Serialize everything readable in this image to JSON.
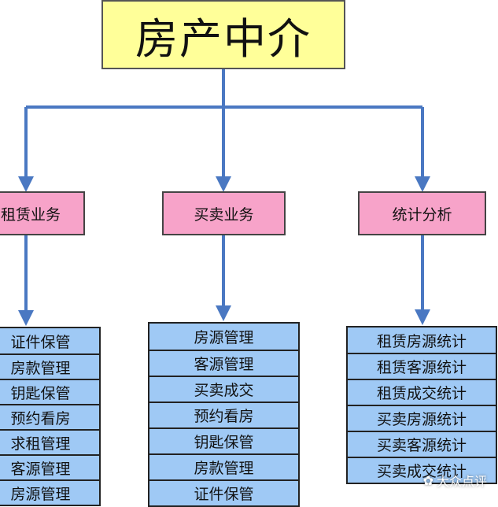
{
  "root": {
    "label": "房产中介"
  },
  "categories": [
    {
      "label": "租赁业务",
      "items": [
        "证件保管",
        "房款管理",
        "钥匙保管",
        "预约看房",
        "求租管理",
        "客源管理",
        "房源管理"
      ]
    },
    {
      "label": "买卖业务",
      "items": [
        "房源管理",
        "客源管理",
        "买卖成交",
        "预约看房",
        "钥匙保管",
        "房款管理",
        "证件保管"
      ]
    },
    {
      "label": "统计分析",
      "items": [
        "租赁房源统计",
        "租赁客源统计",
        "租赁成交统计",
        "买卖房源统计",
        "买卖客源统计",
        "买卖成交统计"
      ]
    }
  ],
  "watermark": {
    "text": "大众点评"
  },
  "colors": {
    "root_fill": "#ffff99",
    "category_fill": "#f7a3c9",
    "item_fill": "#9fc9f5",
    "connector": "#4a78c2"
  }
}
